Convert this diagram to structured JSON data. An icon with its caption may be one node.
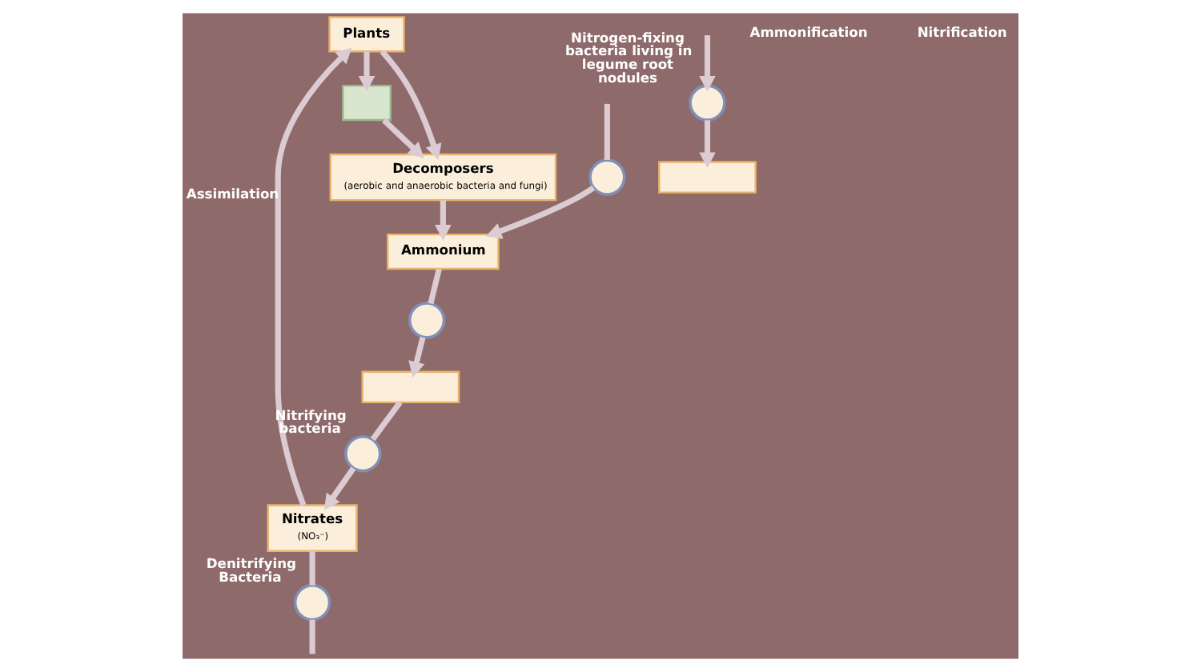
{
  "diagram": {
    "nodes": [
      {
        "text": [
          "Plants"
        ]
      },
      {
        "text": [
          "Decomposers",
          "(aerobic and anaerobic bacteria and fungi)"
        ]
      },
      {
        "text": [
          "Ammonium"
        ]
      },
      {
        "text": [
          "Nitrates",
          "(NO₃⁻)"
        ]
      },
      {
        "text": [],
        "shape": "box"
      },
      {
        "text": [],
        "shape": "circle",
        "beside": [
          "Nitrogen-fixing bacteria living in legume root nodules"
        ]
      },
      {
        "text": [],
        "shape": "circle",
        "beside": [
          "Denitrifying Bacteria"
        ]
      },
      {
        "text": [],
        "shape": "circle",
        "beside": [
          "Nitrifying bacteria"
        ]
      },
      {
        "text": [],
        "shape": "circle"
      },
      {
        "text": [],
        "shape": "circle"
      },
      {
        "text": [],
        "shape": "box"
      },
      {
        "text": [],
        "shape": "box"
      }
    ],
    "edges": [
      {
        "from": 0,
        "to": 1,
        "arrow": "to"
      },
      {
        "from": 3,
        "to": 0,
        "arrow": "to",
        "label": "Assimilation"
      },
      {
        "from": 0,
        "to": 11,
        "arrow": "to"
      },
      {
        "from": 11,
        "to": 1,
        "arrow": "to"
      },
      {
        "from": 5,
        "to": 10,
        "arrow": "to"
      },
      {
        "from": null,
        "to": 5,
        "arrow": "to"
      },
      {
        "from": null,
        "to": 9,
        "arrow": "none"
      },
      {
        "from": 9,
        "to": 2,
        "arrow": "to"
      },
      {
        "from": 1,
        "to": 2,
        "arrow": "to"
      },
      {
        "from": 2,
        "to": 8,
        "arrow": "none"
      },
      {
        "from": 8,
        "to": 4,
        "arrow": "to"
      },
      {
        "from": 4,
        "to": 7,
        "arrow": "none"
      },
      {
        "from": 7,
        "to": 3,
        "arrow": "to"
      },
      {
        "from": 3,
        "to": 6,
        "arrow": "none"
      },
      {
        "from": 6,
        "to": null,
        "arrow": "none"
      }
    ],
    "labels": [
      "Ammonification",
      "Nitrification"
    ]
  }
}
